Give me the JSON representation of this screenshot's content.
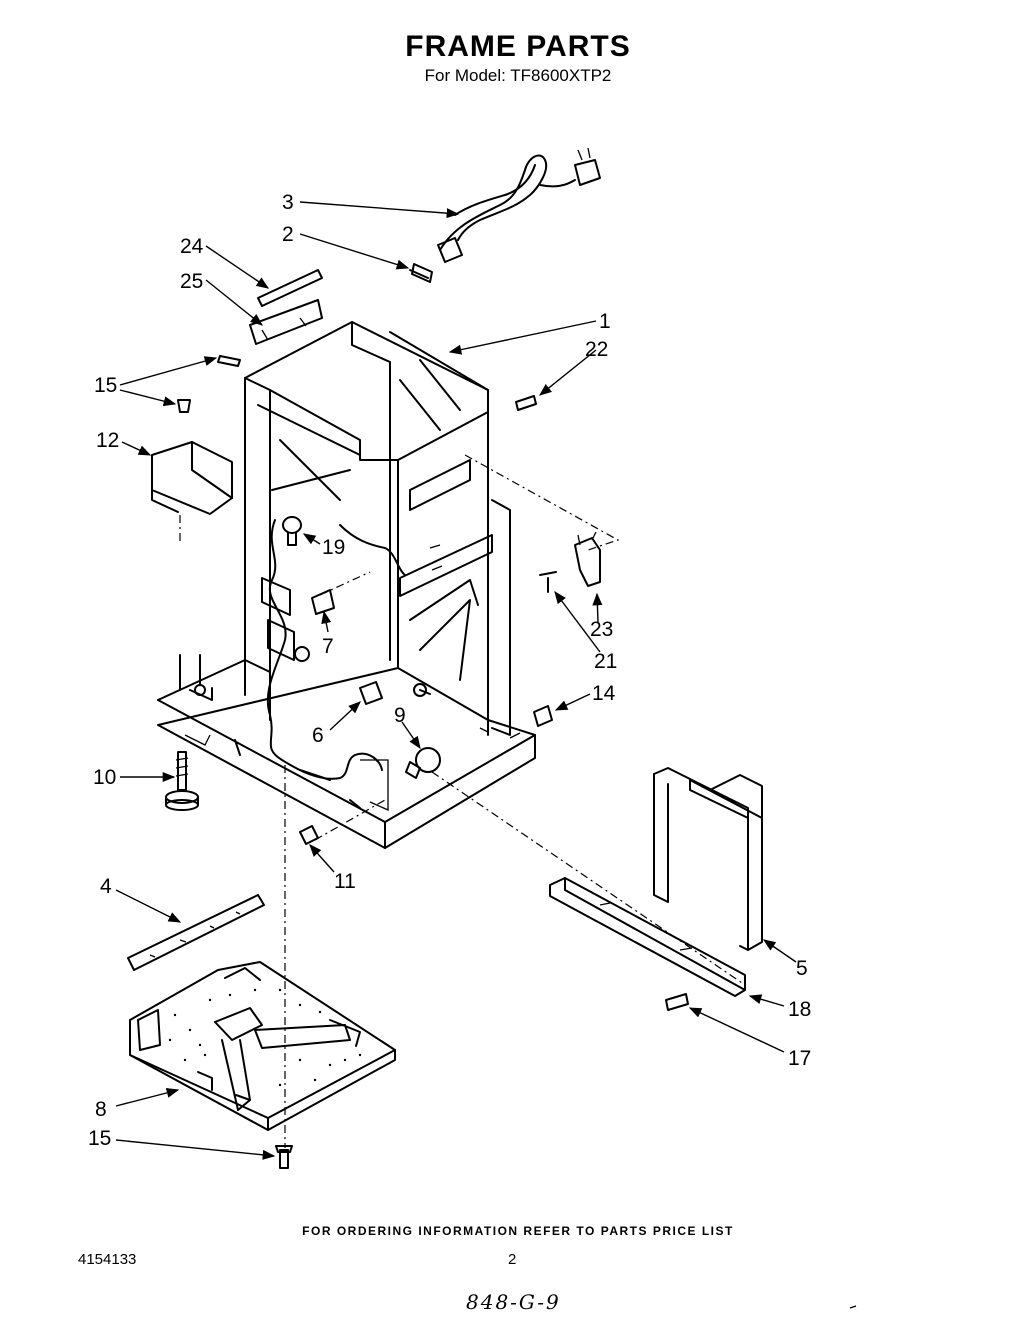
{
  "header": {
    "title": "FRAME PARTS",
    "subtitle": "For Model: TF8600XTP2"
  },
  "footer": {
    "ordering_note": "FOR ORDERING INFORMATION REFER TO PARTS PRICE LIST",
    "document_number": "4154133",
    "page_number": "2",
    "handwritten": "848-G-9"
  },
  "callouts": [
    {
      "id": "c1",
      "text": "1"
    },
    {
      "id": "c2",
      "text": "2"
    },
    {
      "id": "c3",
      "text": "3"
    },
    {
      "id": "c4",
      "text": "4"
    },
    {
      "id": "c5",
      "text": "5"
    },
    {
      "id": "c6",
      "text": "6"
    },
    {
      "id": "c7",
      "text": "7"
    },
    {
      "id": "c8",
      "text": "8"
    },
    {
      "id": "c9",
      "text": "9"
    },
    {
      "id": "c10",
      "text": "10"
    },
    {
      "id": "c11",
      "text": "11"
    },
    {
      "id": "c12",
      "text": "12"
    },
    {
      "id": "c14",
      "text": "14"
    },
    {
      "id": "c15a",
      "text": "15"
    },
    {
      "id": "c15b",
      "text": "15"
    },
    {
      "id": "c17",
      "text": "17"
    },
    {
      "id": "c18",
      "text": "18"
    },
    {
      "id": "c19",
      "text": "19"
    },
    {
      "id": "c21",
      "text": "21"
    },
    {
      "id": "c22",
      "text": "22"
    },
    {
      "id": "c23",
      "text": "23"
    },
    {
      "id": "c24",
      "text": "24"
    },
    {
      "id": "c25",
      "text": "25"
    }
  ]
}
